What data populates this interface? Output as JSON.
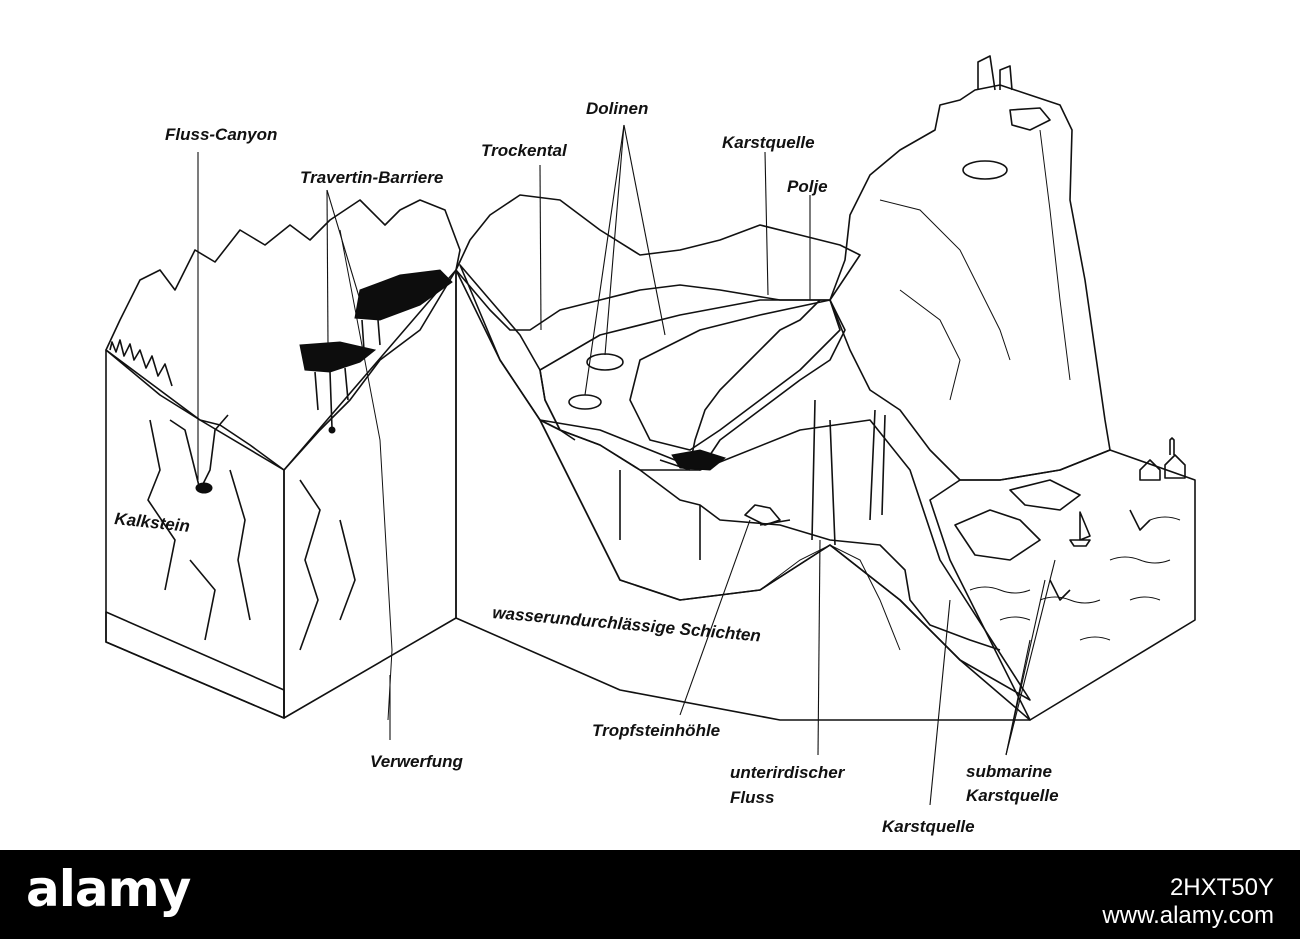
{
  "labels": {
    "fluss_canyon": "Fluss-Canyon",
    "travertin_barriere": "Travertin-Barriere",
    "trockental": "Trockental",
    "dolinen": "Dolinen",
    "karstquelle_top": "Karstquelle",
    "polje": "Polje",
    "kalkstein": "Kalkstein",
    "wasserundurchlaessige": "wasserundurchlässige Schichten",
    "verwerfung": "Verwerfung",
    "tropfsteinhoehle": "Tropfsteinhöhle",
    "unterirdischer_line1": "unterirdischer",
    "unterirdischer_line2": "Fluss",
    "submarine_line1": "submarine",
    "submarine_line2": "Karstquelle",
    "karstquelle_bottom": "Karstquelle"
  },
  "footer": {
    "brand": "alamy",
    "stock_id": "2HXT50Y",
    "stock_url": "www.alamy.com"
  }
}
